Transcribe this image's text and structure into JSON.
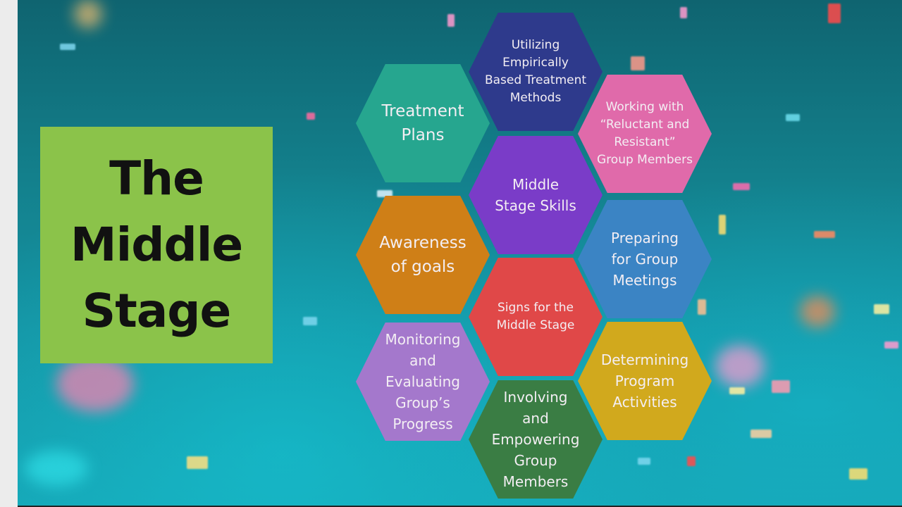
{
  "slide": {
    "title": "The\nMiddle\nStage",
    "title_box_color": "#8bc34a",
    "background_color": "#1593a3",
    "hexagons": [
      {
        "label": "Treatment\nPlans",
        "color": "#26a68f"
      },
      {
        "label": "Utilizing\nEmpirically\nBased Treatment\nMethods",
        "color": "#2e3a8c"
      },
      {
        "label": "Working with\n“Reluctant and\nResistant”\nGroup Members",
        "color": "#e06aaa"
      },
      {
        "label": "Middle\nStage Skills",
        "color": "#7a3cc8"
      },
      {
        "label": "Awareness\nof goals",
        "color": "#cf7f17"
      },
      {
        "label": "Preparing\nfor Group\nMeetings",
        "color": "#3b84c4"
      },
      {
        "label": "Signs for the\nMiddle Stage",
        "color": "#e04848"
      },
      {
        "label": "Monitoring\nand\nEvaluating\nGroup’s\nProgress",
        "color": "#a478cc"
      },
      {
        "label": "Determining\nProgram\nActivities",
        "color": "#d1a91d"
      },
      {
        "label": "Involving\nand\nEmpowering\nGroup\nMembers",
        "color": "#3a7d44"
      }
    ]
  }
}
